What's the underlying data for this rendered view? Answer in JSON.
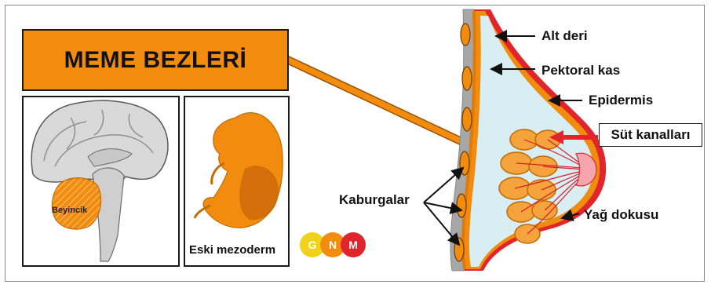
{
  "title": "MEME BEZLERİ",
  "labels": {
    "beyincik": "Beyincik",
    "eski_mezoderm": "Eski mezoderm",
    "alt_deri": "Alt deri",
    "pektoral_kas": "Pektoral kas",
    "epidermis": "Epidermis",
    "sut_kanallari": "Süt kanalları",
    "yag_dokusu": "Yağ dokusu",
    "kaburgalar": "Kaburgalar"
  },
  "logo": {
    "letters": [
      "G",
      "N",
      "M"
    ],
    "colors": [
      "#f0d21a",
      "#f28c0f",
      "#e0252c"
    ]
  },
  "colors": {
    "accent_orange": "#f28c0f",
    "red": "#e0252c",
    "tissue_blue": "#d8eef2",
    "nipple_pink": "#f4a5ad"
  }
}
